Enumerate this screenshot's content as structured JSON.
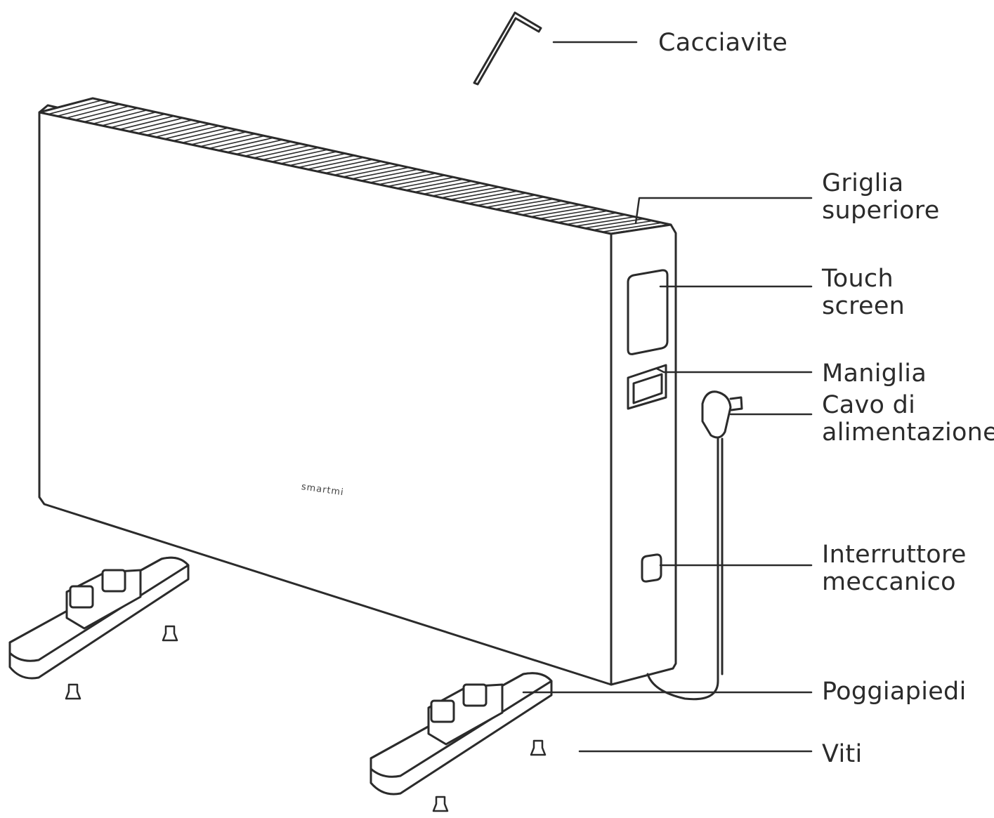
{
  "diagram": {
    "brand_mark": "smartmi",
    "colors": {
      "line": "#2b2b2b",
      "fill": "#ffffff",
      "text": "#2b2b2b"
    },
    "labels": {
      "screwdriver": "Cacciavite",
      "top_grille": [
        "Griglia",
        "superiore"
      ],
      "touch_screen": [
        "Touch",
        "screen"
      ],
      "handle": "Maniglia",
      "power_cord": [
        "Cavo di",
        "alimentazione"
      ],
      "mechanical_switch": [
        "Interruttore",
        "meccanico"
      ],
      "feet": "Poggiapiedi",
      "screws": "Viti"
    }
  }
}
